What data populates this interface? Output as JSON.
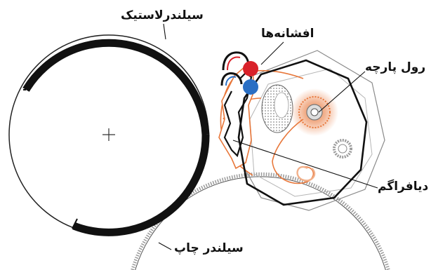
{
  "labels": {
    "rubber_cylinder": "سیلندرلاستیک",
    "sprayers": "افشانه‌ها",
    "cloth_roll": "رول پارچه",
    "diaphragm": "دیافراگم",
    "print_cylinder": "سیلندر چاپ"
  },
  "colors": {
    "outline": "#111111",
    "thin_outline": "#8a8a8a",
    "cloth": "#e8773a",
    "cloth_light": "#f2b08a",
    "nozzle_red": "#d9222a",
    "nozzle_blue": "#2a6fc4",
    "gear_gray": "#9a9a9a"
  }
}
